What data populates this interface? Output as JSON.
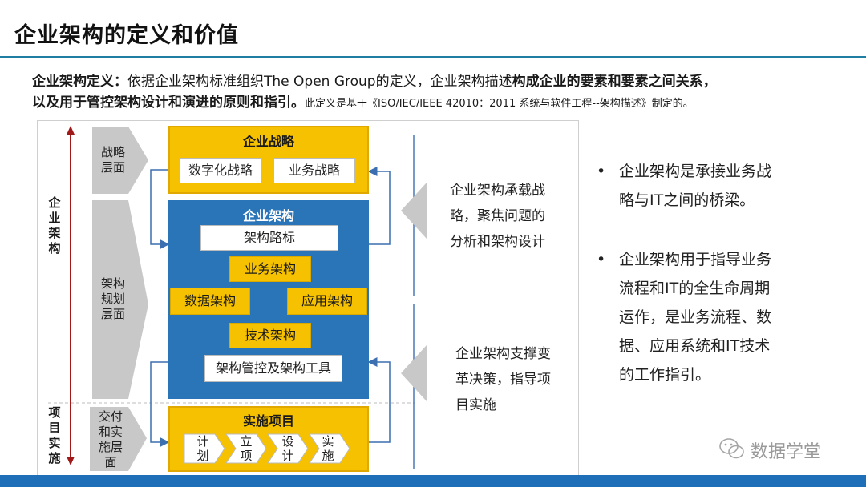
{
  "title": "企业架构的定义和价值",
  "definition": {
    "line1_label": "企业架构定义：",
    "line1_text": "依据企业架构标准组织The Open Group的定义，企业架构描述",
    "line1_emph": "构成企业的要素和要素之间关系，",
    "line2_emph": "以及用于管控架构设计和演进的原则和指引。",
    "line2_note": "此定义是基于《ISO/IEC/IEEE 42010：2011 系统与软件工程--架构描述》制定的。"
  },
  "axis": {
    "enterprise_architecture": "企业架构",
    "project_implementation": "项目实施"
  },
  "layers": {
    "strategy": "战略层面",
    "planning": "架构规划层面",
    "delivery": "交付和实施层面"
  },
  "strategy_box": {
    "title": "企业战略",
    "items": [
      "数字化战略",
      "业务战略"
    ]
  },
  "ea_box": {
    "title": "企业架构",
    "roadmap": "架构路标",
    "business": "业务架构",
    "data": "数据架构",
    "application": "应用架构",
    "technology": "技术架构",
    "governance": "架构管控及架构工具"
  },
  "project_box": {
    "title": "实施项目",
    "steps": [
      "计划",
      "立项",
      "设计",
      "实施"
    ]
  },
  "side_notes": {
    "upper": [
      "企业架构承载战",
      "略，聚焦问题的",
      "分析和架构设计"
    ],
    "lower": [
      "企业架构支撑变",
      "革决策，指导项",
      "目实施"
    ]
  },
  "bullets": [
    [
      "企业架构是承接业务战",
      "略与IT之间的桥梁。"
    ],
    [
      "企业架构用于指导业务",
      "流程和IT的全生命周期",
      "运作，是业务流程、数",
      "据、应用系统和IT技术",
      "的工作指引。"
    ]
  ],
  "watermark": "数据学堂",
  "colors": {
    "accent_blue": "#2a74b8",
    "yellow": "#f6c100",
    "arrow_red": "#a01818",
    "title_rule": "#1f7ea1"
  }
}
